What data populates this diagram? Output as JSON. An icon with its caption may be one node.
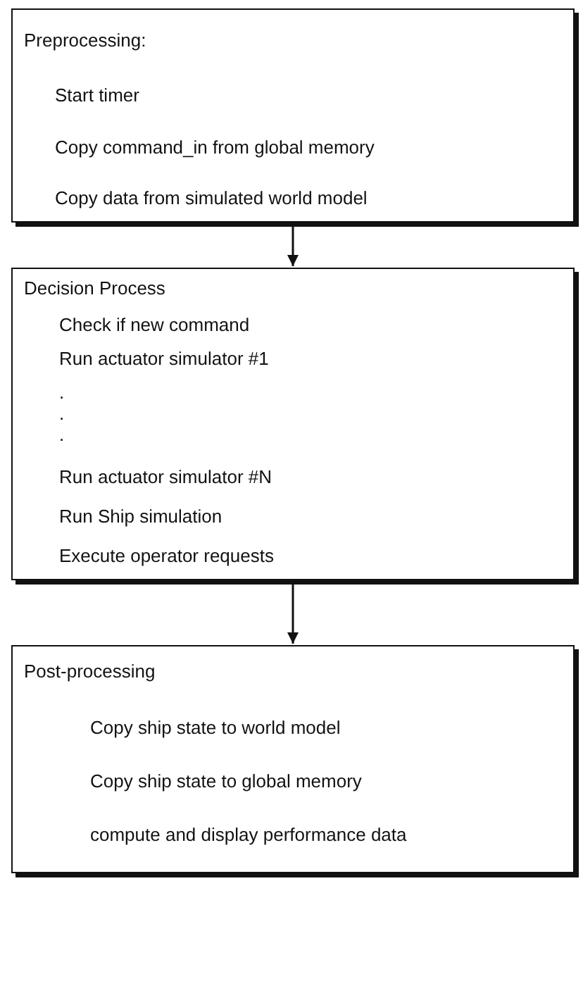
{
  "diagram": {
    "nodes": [
      {
        "text": [
          "Preprocessing:",
          "Start timer",
          "Copy command_in from global memory",
          "Copy data from simulated world model"
        ]
      },
      {
        "text": [
          "Decision Process",
          "Check if new command",
          "Run actuator simulator #1",
          ".",
          ".",
          ".",
          "Run actuator simulator #N",
          "Run Ship simulation",
          "Execute operator requests"
        ]
      },
      {
        "text": [
          "Post-processing",
          "Copy ship state to world model",
          "Copy ship state to global memory",
          "compute and display performance data"
        ]
      }
    ],
    "edges": [
      {
        "from": 0,
        "to": 1,
        "arrow": "to"
      },
      {
        "from": 1,
        "to": 2,
        "arrow": "to"
      }
    ]
  }
}
